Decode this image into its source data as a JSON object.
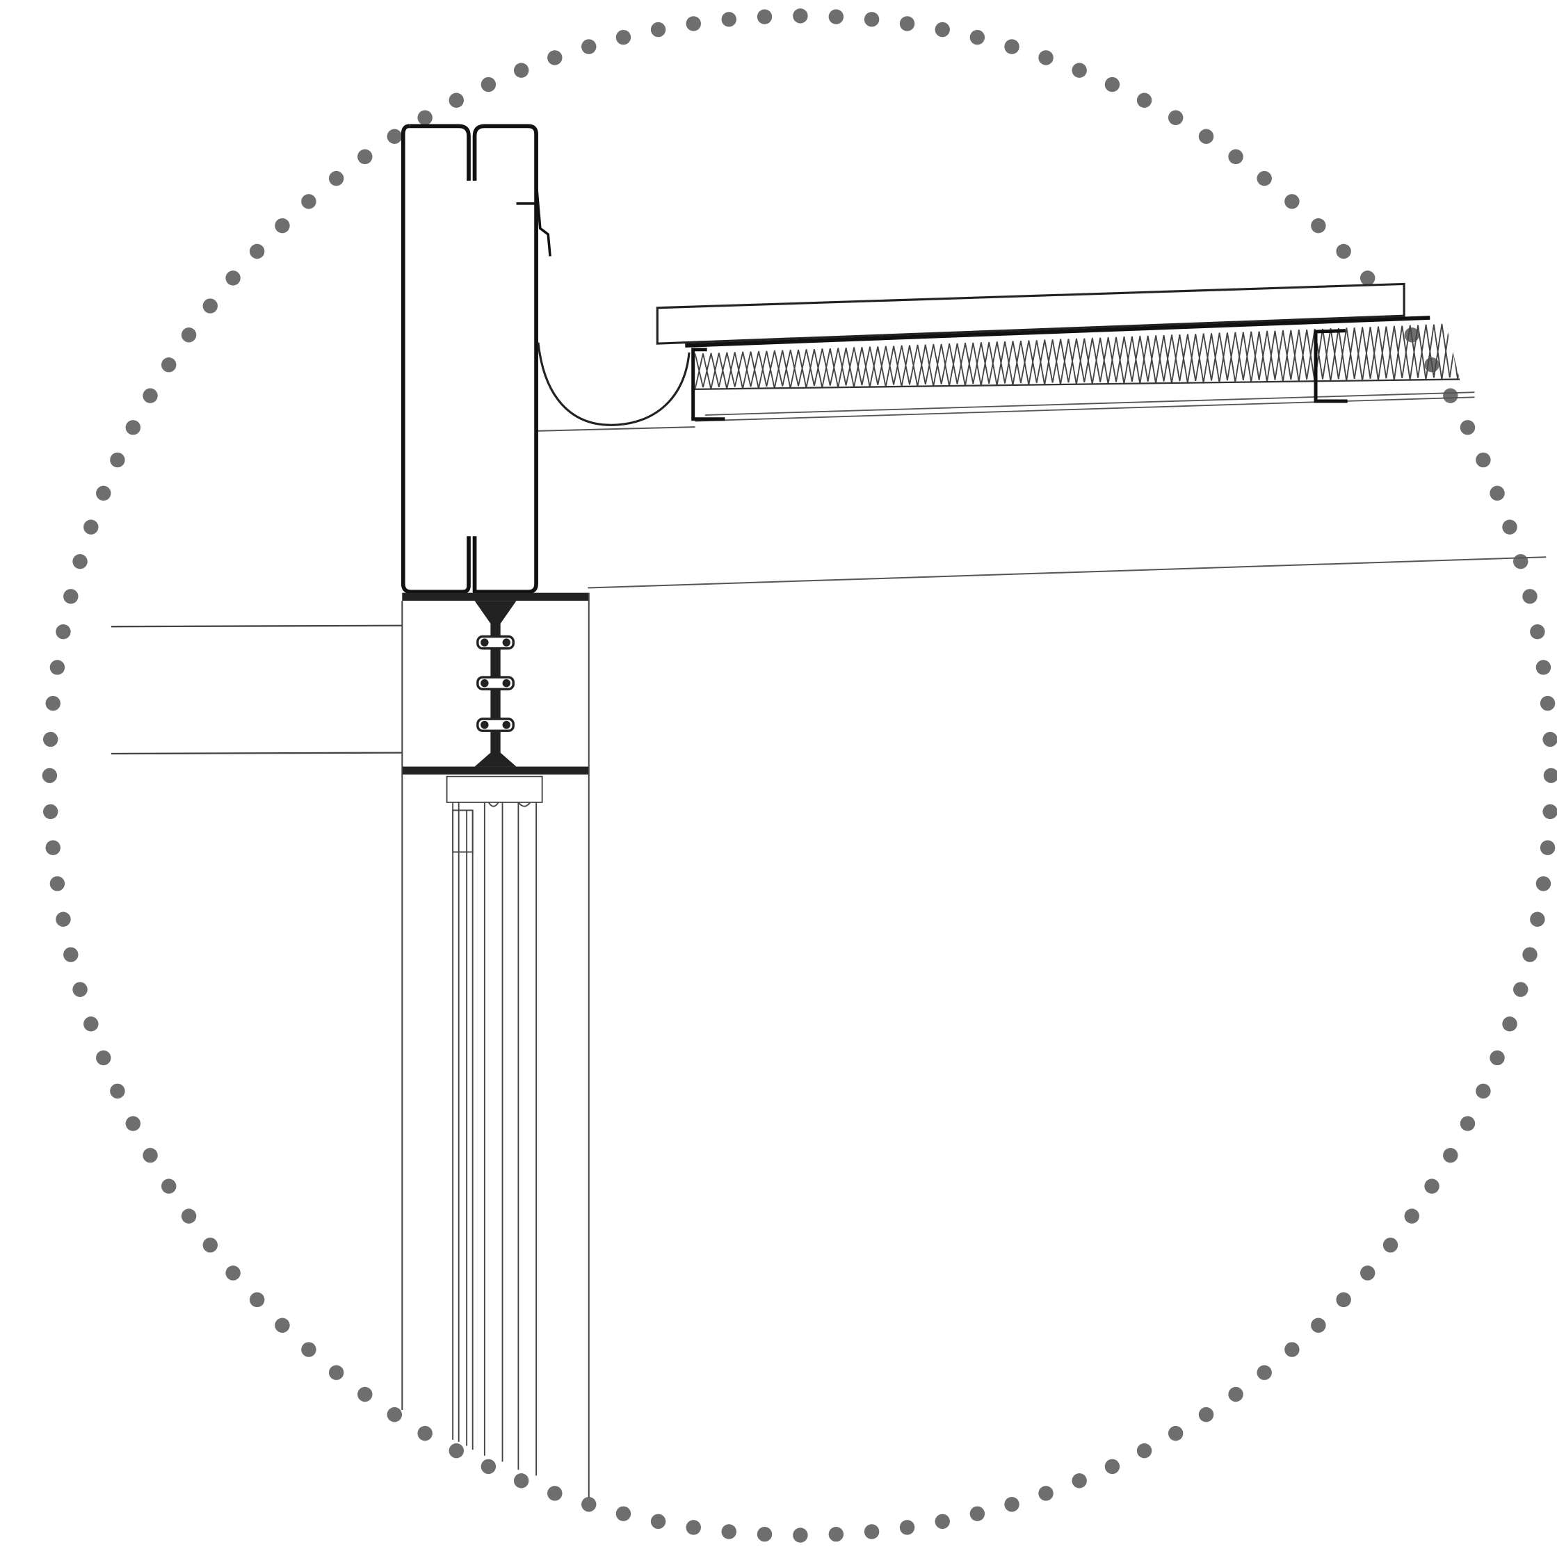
{
  "diagram": {
    "type": "architectural-section-detail",
    "colors": {
      "background": "#ffffff",
      "line": "#1a1a1a",
      "thin_line": "#555555",
      "dot": "#6e6e6e",
      "steel_fill": "#222222"
    },
    "elements": [
      "dotted-detail-circle",
      "parapet-upstand-profile",
      "flashing-clip",
      "roof-membrane-curve",
      "roof-coping-board",
      "roof-insulation-batt",
      "purlin-z-section",
      "i-beam-steel-section",
      "bolts",
      "wall-cladding-layers",
      "left-wall-lines"
    ],
    "bolt_count": 3
  }
}
